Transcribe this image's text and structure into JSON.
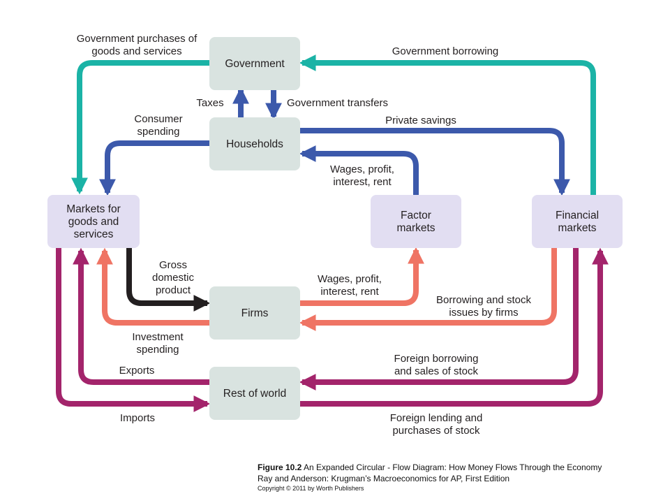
{
  "colors": {
    "teal": "#1bb3a6",
    "blue": "#3c59ab",
    "salmon": "#ef7464",
    "black": "#231f20",
    "purple": "#a3246b",
    "gray_box": "#d9e3e0",
    "lavender_box": "#e2def2"
  },
  "nodes": {
    "government": [
      "Government"
    ],
    "households": [
      "Households"
    ],
    "markets_goods": [
      "Markets for",
      "goods and",
      "services"
    ],
    "factor_markets": [
      "Factor",
      "markets"
    ],
    "financial_markets": [
      "Financial",
      "markets"
    ],
    "firms": [
      "Firms"
    ],
    "rest_of_world": [
      "Rest of world"
    ]
  },
  "flows": {
    "gov_purchases": [
      "Government purchases of",
      "goods and services"
    ],
    "gov_borrowing": [
      "Government borrowing"
    ],
    "taxes": [
      "Taxes"
    ],
    "gov_transfers": [
      "Government transfers"
    ],
    "consumer_spending": [
      "Consumer",
      "spending"
    ],
    "private_savings": [
      "Private savings"
    ],
    "wages_to_households": [
      "Wages, profit,",
      "interest, rent"
    ],
    "gdp": [
      "Gross",
      "domestic",
      "product"
    ],
    "wages_from_firms": [
      "Wages, profit,",
      "interest, rent"
    ],
    "borrowing_stock": [
      "Borrowing and stock",
      "issues by firms"
    ],
    "investment_spending": [
      "Investment",
      "spending"
    ],
    "exports": [
      "Exports"
    ],
    "foreign_borrowing": [
      "Foreign borrowing",
      "and sales of stock"
    ],
    "imports": [
      "Imports"
    ],
    "foreign_lending": [
      "Foreign lending and",
      "purchases of stock"
    ]
  },
  "caption": {
    "figure_number": "Figure 10.2",
    "title": " An Expanded Circular - Flow Diagram: How Money Flows Through the Economy",
    "source": "Ray and Anderson: Krugman’s Macroeconomics for AP, First Edition",
    "copyright": "Copyright © 2011 by Worth Publishers"
  }
}
